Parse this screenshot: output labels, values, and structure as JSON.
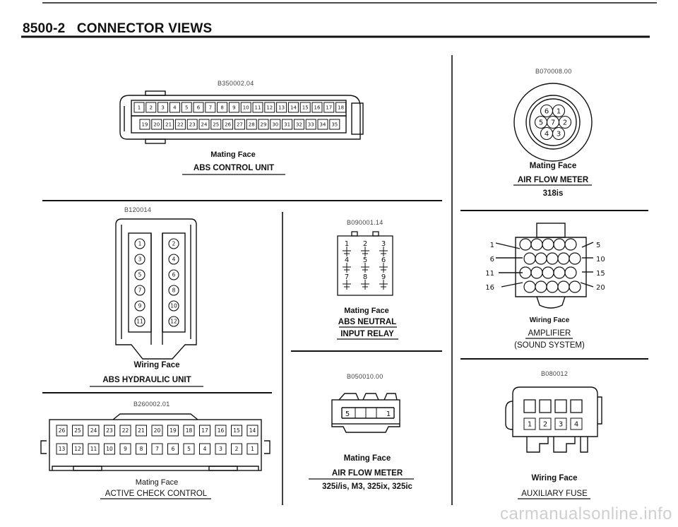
{
  "header": {
    "page": "8500-2",
    "title": "CONNECTOR VIEWS"
  },
  "abs_control_unit": {
    "ref": "B350002.04",
    "face": "Mating Face",
    "caption": "ABS CONTROL UNIT",
    "pins_top": [
      "1",
      "2",
      "3",
      "4",
      "5",
      "6",
      "7",
      "8",
      "9",
      "10",
      "11",
      "12",
      "13",
      "14",
      "15",
      "16",
      "17",
      "18"
    ],
    "pins_bottom": [
      "19",
      "20",
      "21",
      "22",
      "23",
      "24",
      "25",
      "26",
      "27",
      "28",
      "29",
      "30",
      "31",
      "32",
      "33",
      "34",
      "35"
    ]
  },
  "air_flow_318": {
    "ref": "B070008.00",
    "face": "Mating Face",
    "caption": "AIR FLOW METER",
    "subcaption": "318is",
    "pins": [
      "6",
      "1",
      "5",
      "7",
      "2",
      "4",
      "3"
    ]
  },
  "abs_hydraulic": {
    "ref": "B120014",
    "face": "Wiring Face",
    "caption": "ABS HYDRAULIC UNIT",
    "pins_left": [
      "1",
      "3",
      "5",
      "7",
      "9",
      "11"
    ],
    "pins_right": [
      "2",
      "4",
      "6",
      "8",
      "10",
      "12"
    ]
  },
  "abs_relay": {
    "ref": "B090001.14",
    "face": "Mating Face",
    "caption1": "ABS NEUTRAL",
    "caption2": "INPUT RELAY",
    "pins": [
      "1",
      "2",
      "3",
      "4",
      "5",
      "6",
      "7",
      "8",
      "9"
    ]
  },
  "amplifier": {
    "face": "Wiring Face",
    "caption": "AMPLIFIER",
    "subcaption": "(SOUND SYSTEM)",
    "labels_left": [
      "1",
      "6",
      "11",
      "16"
    ],
    "labels_right": [
      "5",
      "10",
      "15",
      "20"
    ]
  },
  "air_flow_325": {
    "ref": "B050010.00",
    "face": "Mating Face",
    "caption": "AIR FLOW METER",
    "subcaption": "325i/is, M3, 325ix, 325ic",
    "pins": [
      "5",
      "1"
    ]
  },
  "active_check": {
    "ref": "B260002.01",
    "face": "Mating Face",
    "caption": "ACTIVE CHECK CONTROL",
    "pins_top": [
      "26",
      "25",
      "24",
      "23",
      "22",
      "21",
      "20",
      "19",
      "18",
      "17",
      "16",
      "15",
      "14"
    ],
    "pins_bottom": [
      "13",
      "12",
      "11",
      "10",
      "9",
      "8",
      "7",
      "6",
      "5",
      "4",
      "3",
      "2",
      "1"
    ]
  },
  "auxiliary_fuse": {
    "ref": "B080012",
    "face": "Wiring Face",
    "caption": "AUXILIARY FUSE",
    "pins": [
      "1",
      "2",
      "3",
      "4"
    ]
  },
  "watermark": "carmanualsonline.info"
}
